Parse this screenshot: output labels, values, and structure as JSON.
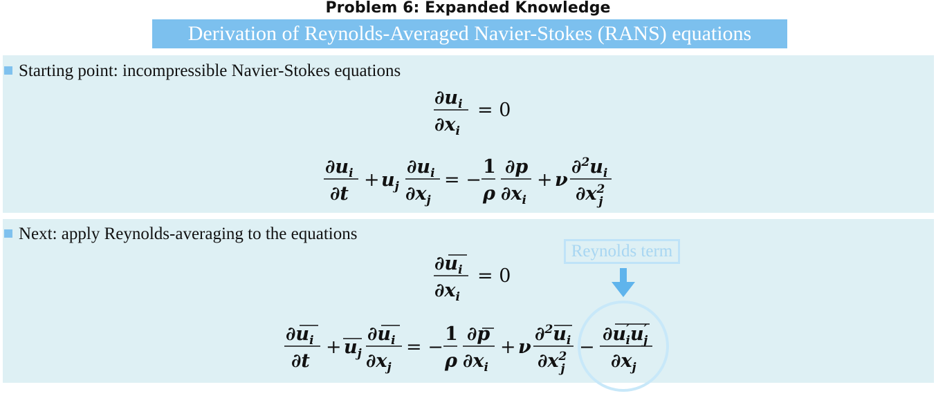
{
  "header": {
    "problem_label": "Problem 6: Expanded Knowledge",
    "title": "Derivation of Reynolds-Averaged Navier-Stokes (RANS) equations"
  },
  "sections": [
    {
      "bullet": "Starting point: incompressible Navier-Stokes equations",
      "equations": [
        "continuity-equation",
        "momentum-equation"
      ]
    },
    {
      "bullet": "Next: apply Reynolds-averaging to the equations",
      "equations": [
        "averaged-continuity-equation",
        "averaged-momentum-equation"
      ]
    }
  ],
  "annotation": {
    "label": "Reynolds term",
    "icon": "down-arrow-icon"
  },
  "colors": {
    "banner": "#7cc0ee",
    "panel": "#def0f4",
    "bullet": "#7fc1ee",
    "annotation": "#bfe3f8"
  }
}
